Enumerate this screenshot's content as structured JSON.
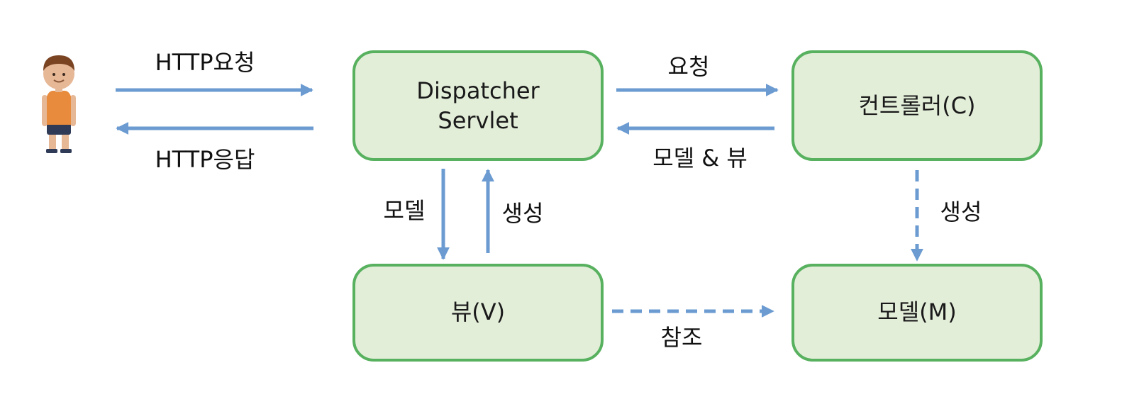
{
  "colors": {
    "box_fill": "#e3eed9",
    "box_border": "#58b15f",
    "arrow": "#6b9bd1",
    "text": "#111111"
  },
  "actor": {
    "icon": "person-icon"
  },
  "nodes": {
    "dispatcher": {
      "line1": "Dispatcher",
      "line2": "Servlet"
    },
    "controller": {
      "label": "컨트롤러(C)"
    },
    "view": {
      "label": "뷰(V)"
    },
    "model": {
      "label": "모델(M)"
    }
  },
  "edges": {
    "http_request": "HTTP요청",
    "http_response": "HTTP응답",
    "request": "요청",
    "model_and_view": "모델 & 뷰",
    "model_to_view": "모델",
    "create_view": "생성",
    "create_model": "생성",
    "reference": "참조"
  }
}
